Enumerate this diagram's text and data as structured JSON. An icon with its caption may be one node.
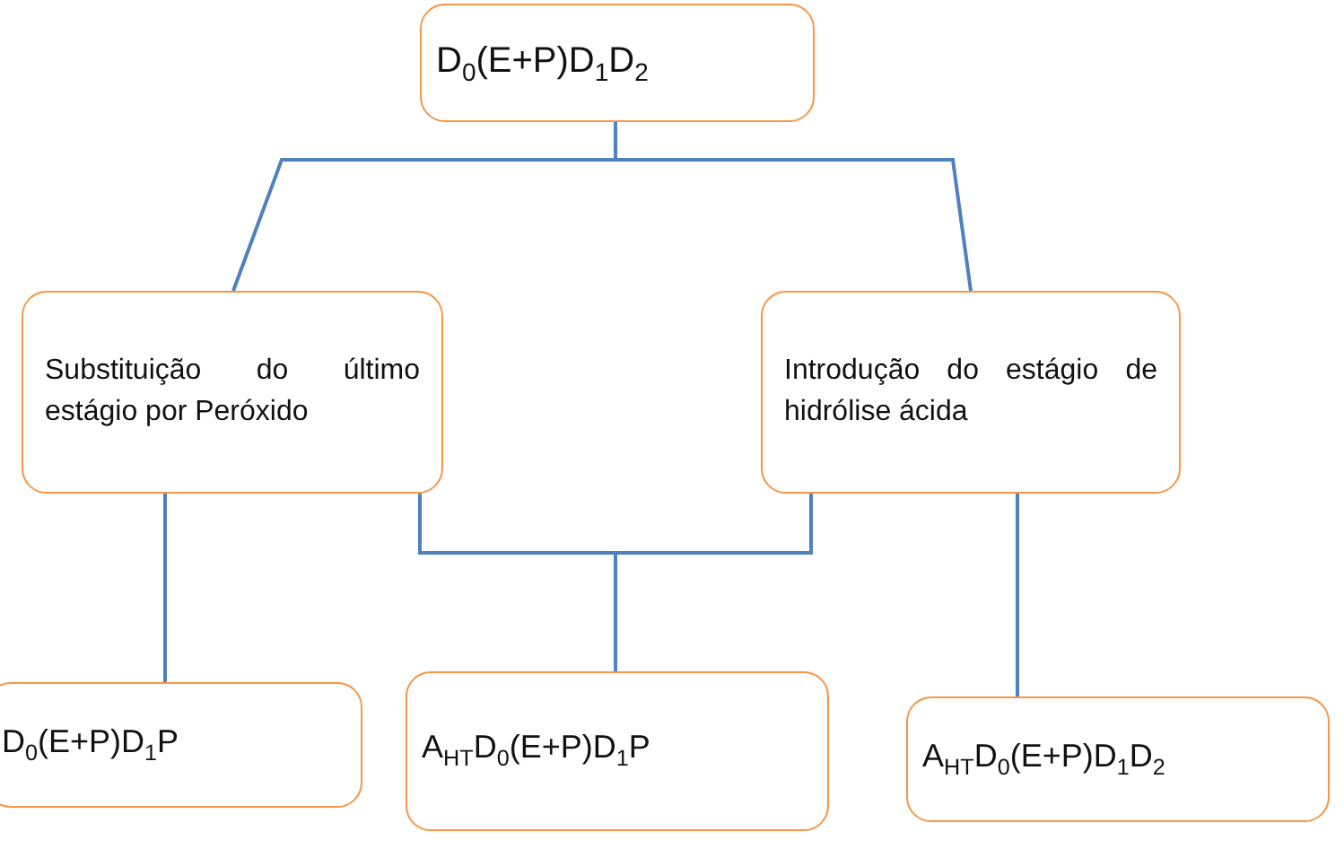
{
  "diagram": {
    "nodes": [
      {
        "text": [
          "D$_{0}$(E+P)D$_{1}$D$_{2}$"
        ]
      },
      {
        "text": [
          "Substituição do último estágio por Peróxido"
        ]
      },
      {
        "text": [
          "Introdução do estágio de hidrólise ácida"
        ]
      },
      {
        "text": [
          "D$_{0}$(E+P)D$_{1}$P"
        ]
      },
      {
        "text": [
          "A$_{HT}$D$_{0}$(E+P)D$_{1}$P"
        ]
      },
      {
        "text": [
          "A$_{HT}$D$_{0}$(E+P)D$_{1}$D$_{2}$"
        ]
      }
    ],
    "edges": [
      {
        "from": 0,
        "to": 1,
        "arrow": "none"
      },
      {
        "from": 0,
        "to": 2,
        "arrow": "none"
      },
      {
        "from": 1,
        "to": 3,
        "arrow": "none"
      },
      {
        "from": 1,
        "to": 4,
        "arrow": "none"
      },
      {
        "from": 2,
        "to": 4,
        "arrow": "none"
      },
      {
        "from": 2,
        "to": 5,
        "arrow": "none"
      }
    ]
  }
}
